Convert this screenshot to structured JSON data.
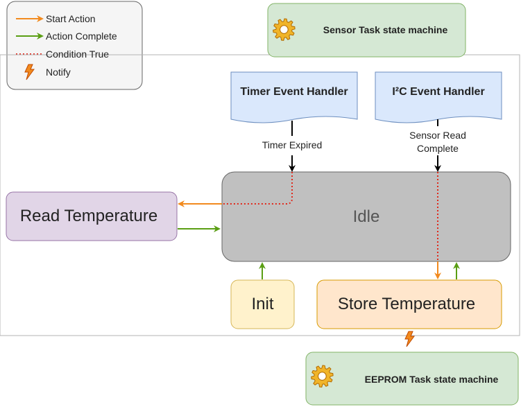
{
  "legend": {
    "start_action": "Start Action",
    "action_complete": "Action Complete",
    "condition_true": "Condition True",
    "notify": "Notify"
  },
  "machines": {
    "sensor": "Sensor Task state machine",
    "eeprom": "EEPROM Task state machine"
  },
  "handlers": {
    "timer": "Timer Event Handler",
    "i2c": "I²C Event Handler"
  },
  "events": {
    "timer_expired": "Timer Expired",
    "sensor_read_line1": "Sensor Read",
    "sensor_read_line2": "Complete"
  },
  "states": {
    "idle": "Idle",
    "read_temperature": "Read Temperature",
    "init": "Init",
    "store_temperature": "Store Temperature"
  },
  "colors": {
    "start_action": "#f28a1e",
    "action_complete": "#5a9e13",
    "condition_true": "#e0281b",
    "machine_fill": "#d5e8d4",
    "machine_stroke": "#82b366",
    "handler_fill": "#dae8fc",
    "handler_stroke": "#6c8ebf",
    "idle_fill": "#c0c0c0",
    "read_fill": "#e1d5e7",
    "init_fill": "#fff2cc",
    "store_fill": "#ffe6cc"
  }
}
